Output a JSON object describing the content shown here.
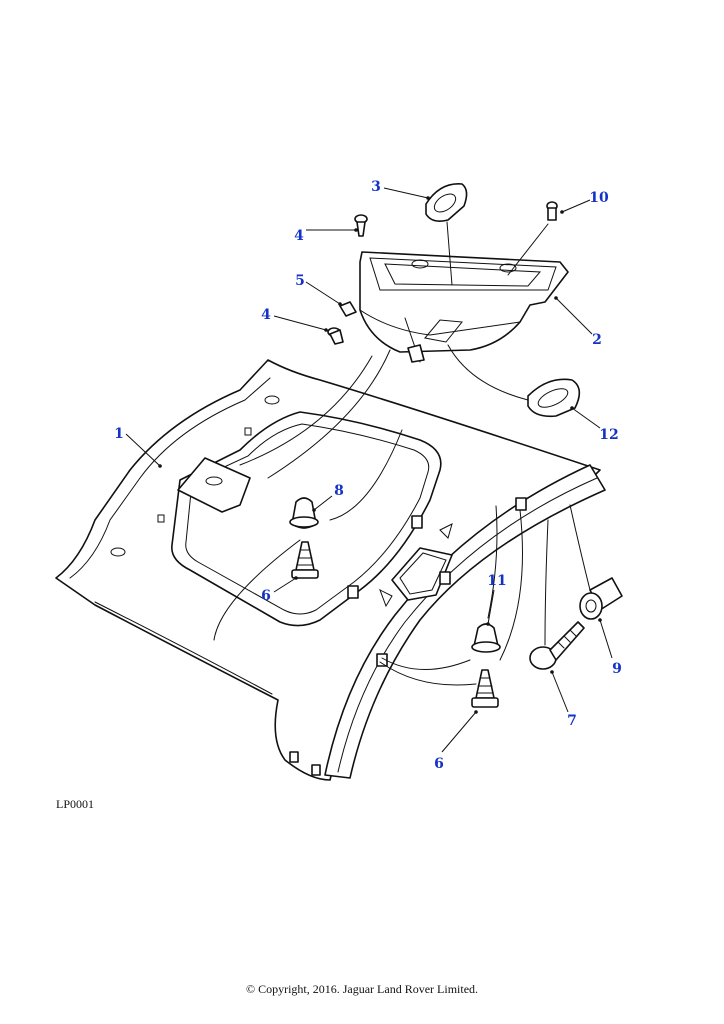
{
  "diagram": {
    "reference_code": "LP0001",
    "copyright": "© Copyright, 2016. Jaguar Land Rover Limited.",
    "label_color": "#1432c8",
    "callouts": [
      {
        "id": "c1",
        "label": "1"
      },
      {
        "id": "c2",
        "label": "2"
      },
      {
        "id": "c3",
        "label": "3"
      },
      {
        "id": "c4a",
        "label": "4"
      },
      {
        "id": "c4b",
        "label": "4"
      },
      {
        "id": "c5",
        "label": "5"
      },
      {
        "id": "c6a",
        "label": "6"
      },
      {
        "id": "c6b",
        "label": "6"
      },
      {
        "id": "c7",
        "label": "7"
      },
      {
        "id": "c8",
        "label": "8"
      },
      {
        "id": "c9",
        "label": "9"
      },
      {
        "id": "c10",
        "label": "10"
      },
      {
        "id": "c11",
        "label": "11"
      },
      {
        "id": "c12",
        "label": "12"
      }
    ]
  }
}
